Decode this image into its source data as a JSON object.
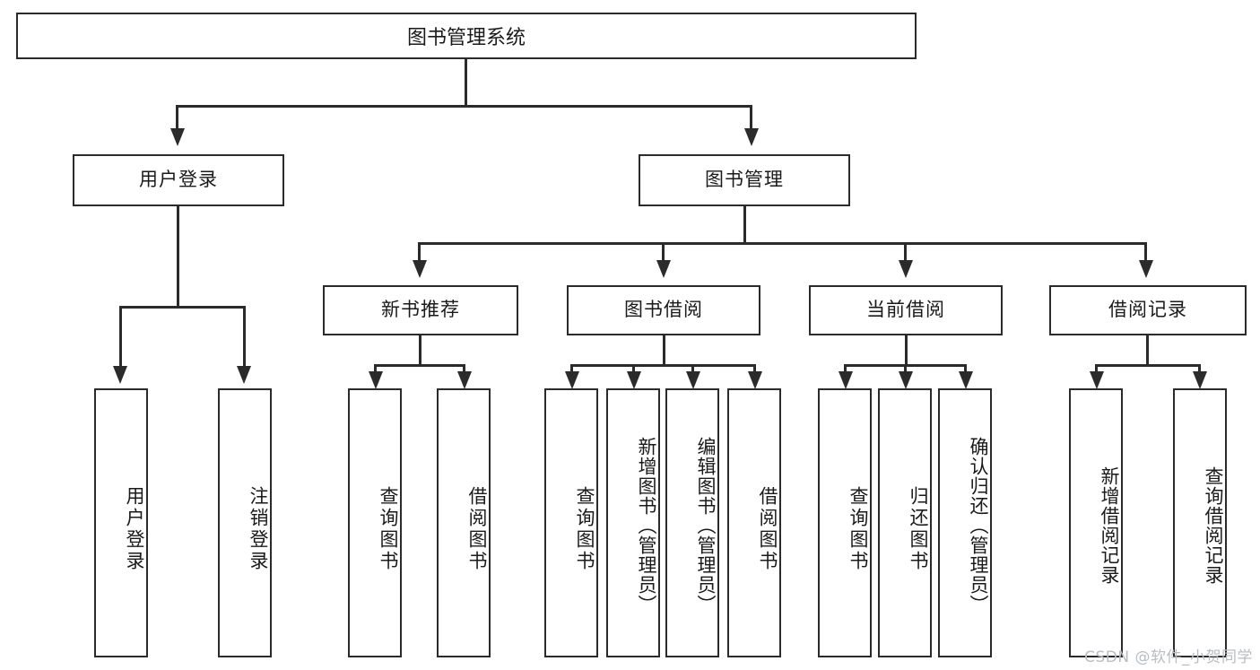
{
  "diagram": {
    "title": "图书管理系统",
    "type": "tree",
    "root": {
      "label": "图书管理系统",
      "children": [
        {
          "label": "用户登录",
          "children": [
            {
              "label": "用户登录"
            },
            {
              "label": "注销登录"
            }
          ]
        },
        {
          "label": "图书管理",
          "children": [
            {
              "label": "新书推荐",
              "children": [
                {
                  "label": "查询图书"
                },
                {
                  "label": "借阅图书"
                }
              ]
            },
            {
              "label": "图书借阅",
              "children": [
                {
                  "label": "查询图书"
                },
                {
                  "label": "新增图书（管理员）"
                },
                {
                  "label": "编辑图书（管理员）"
                },
                {
                  "label": "借阅图书"
                }
              ]
            },
            {
              "label": "当前借阅",
              "children": [
                {
                  "label": "查询图书"
                },
                {
                  "label": "归还图书"
                },
                {
                  "label": "确认归还（管理员）"
                }
              ]
            },
            {
              "label": "借阅记录",
              "children": [
                {
                  "label": "新增借阅记录"
                },
                {
                  "label": "查询借阅记录"
                }
              ]
            }
          ]
        }
      ]
    }
  },
  "watermark": {
    "text": "CSDN @软件_小贺同学"
  },
  "colors": {
    "stroke": "#2b2b2b",
    "fill": "#ffffff",
    "text": "#1a1a1a",
    "watermark": "#b9bcc0"
  }
}
